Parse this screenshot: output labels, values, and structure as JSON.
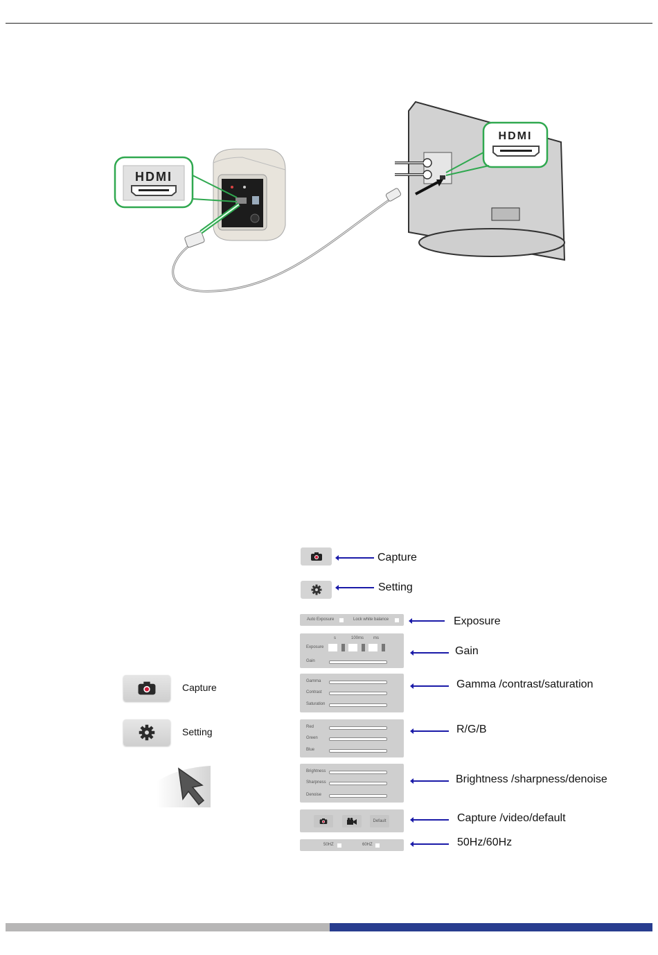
{
  "illustration": {
    "camera_callout_label": "HDMI",
    "tv_callout_label": "HDMI",
    "accent_color": "#2fa84f"
  },
  "toolbar": {
    "capture_icon": "camera-icon",
    "setting_icon": "gear-icon"
  },
  "settings_panel": {
    "auto_exposure_label": "Auto Exposure",
    "lock_white_balance_label": "Lock white balance",
    "exposure_label": "Exposure",
    "exposure_units": [
      "s",
      "100ms",
      "ms"
    ],
    "gain_label": "Gain",
    "gamma_label": "Gamma",
    "contrast_label": "Contrast",
    "saturation_label": "Saturation",
    "red_label": "Red",
    "green_label": "Green",
    "blue_label": "Blue",
    "brightness_label": "Brightness",
    "sharpness_label": "Sharpness",
    "denoise_label": "Denoise",
    "default_label": "Default",
    "hz50_label": "50HZ",
    "hz60_label": "60HZ"
  },
  "annotations": {
    "capture": "Capture",
    "setting": "Setting",
    "exposure": "Exposure",
    "gain": "Gain",
    "gamma": "Gamma /contrast/saturation",
    "rgb": "R/G/B",
    "brightness": "Brightness /sharpness/denoise",
    "capture_video_default": "Capture /video/default",
    "hz": "50Hz/60Hz",
    "arrow_color": "#1a1aa8"
  },
  "legend": {
    "capture_label": "Capture",
    "setting_label": "Setting",
    "cursor_icon": "mouse-pointer-icon"
  },
  "footer": {
    "left_color": "#b7b6b6",
    "right_color": "#283d8f"
  }
}
